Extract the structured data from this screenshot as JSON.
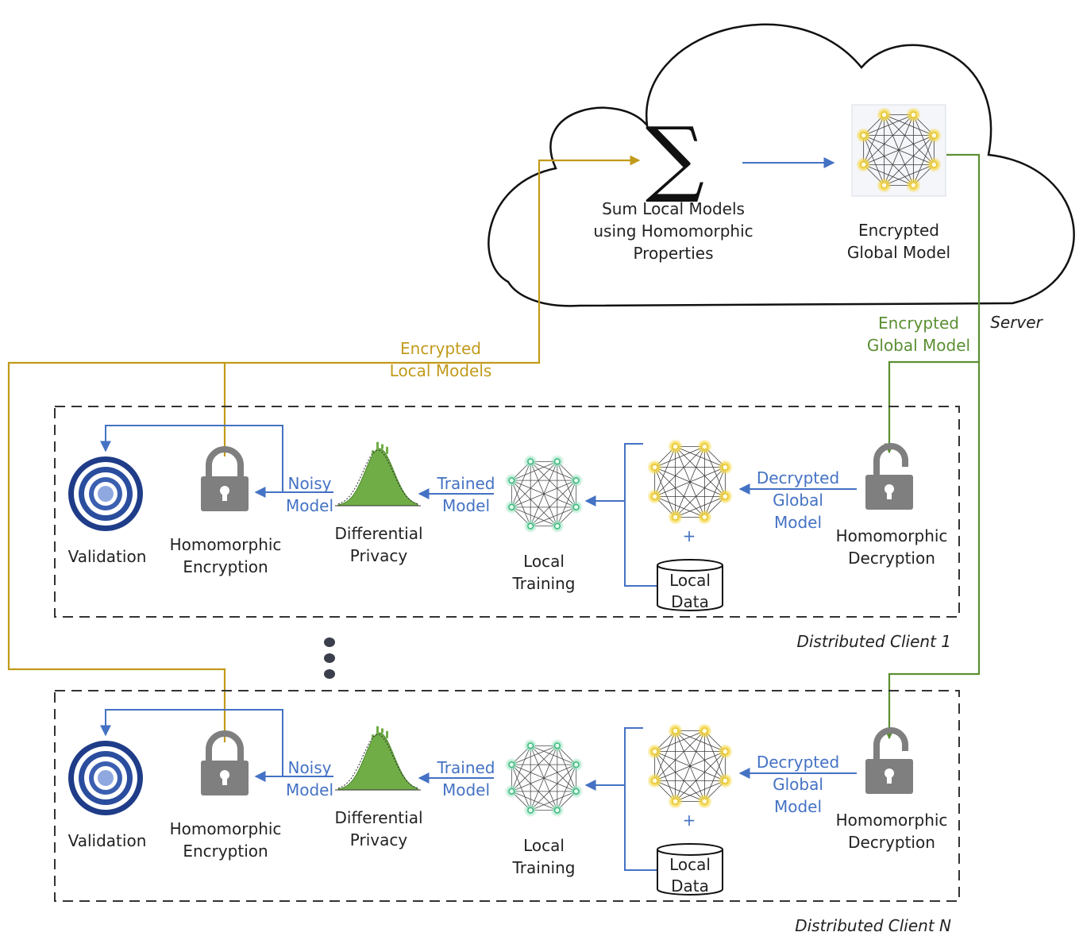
{
  "server": {
    "label": "Server",
    "sum_lines": [
      "Sum Local Models",
      "using Homomorphic",
      "Properties"
    ],
    "sum_symbol": "∑",
    "egm_lines": [
      "Encrypted",
      "Global Model"
    ]
  },
  "flows": {
    "encrypted_local": [
      "Encrypted",
      "Local Models"
    ],
    "encrypted_global": [
      "Encrypted",
      "Global Model"
    ]
  },
  "clients": [
    {
      "title": "Distributed Client 1",
      "validation": "Validation",
      "he": [
        "Homomorphic",
        "Encryption"
      ],
      "noisy": [
        "Noisy",
        "Model"
      ],
      "dp": [
        "Differential",
        "Privacy"
      ],
      "trained": [
        "Trained",
        "Model"
      ],
      "lt": [
        "Local",
        "Training"
      ],
      "plus": "+",
      "ld": [
        "Local",
        "Data"
      ],
      "dgm": [
        "Decrypted",
        "Global",
        "Model"
      ],
      "hd": [
        "Homomorphic",
        "Decryption"
      ]
    },
    {
      "title": "Distributed Client N",
      "validation": "Validation",
      "he": [
        "Homomorphic",
        "Encryption"
      ],
      "noisy": [
        "Noisy",
        "Model"
      ],
      "dp": [
        "Differential",
        "Privacy"
      ],
      "trained": [
        "Trained",
        "Model"
      ],
      "lt": [
        "Local",
        "Training"
      ],
      "plus": "+",
      "ld": [
        "Local",
        "Data"
      ],
      "dgm": [
        "Decrypted",
        "Global",
        "Model"
      ],
      "hd": [
        "Homomorphic",
        "Decryption"
      ]
    }
  ],
  "colors": {
    "blue": "#4472C4",
    "gold": "#C29A1A",
    "green": "#5B8F32",
    "lock_gray": "#7F7F7F",
    "bell_green": "#70AD47",
    "target_navy": "#1F3C88",
    "network_yellow": "#F5D742",
    "network_teal": "#6FD4A8"
  },
  "icons": [
    "cloud-icon",
    "sigma-icon",
    "network-icon",
    "lock-icon",
    "unlock-icon",
    "target-icon",
    "bell-curve-icon",
    "cylinder-icon",
    "ellipsis-icon"
  ]
}
